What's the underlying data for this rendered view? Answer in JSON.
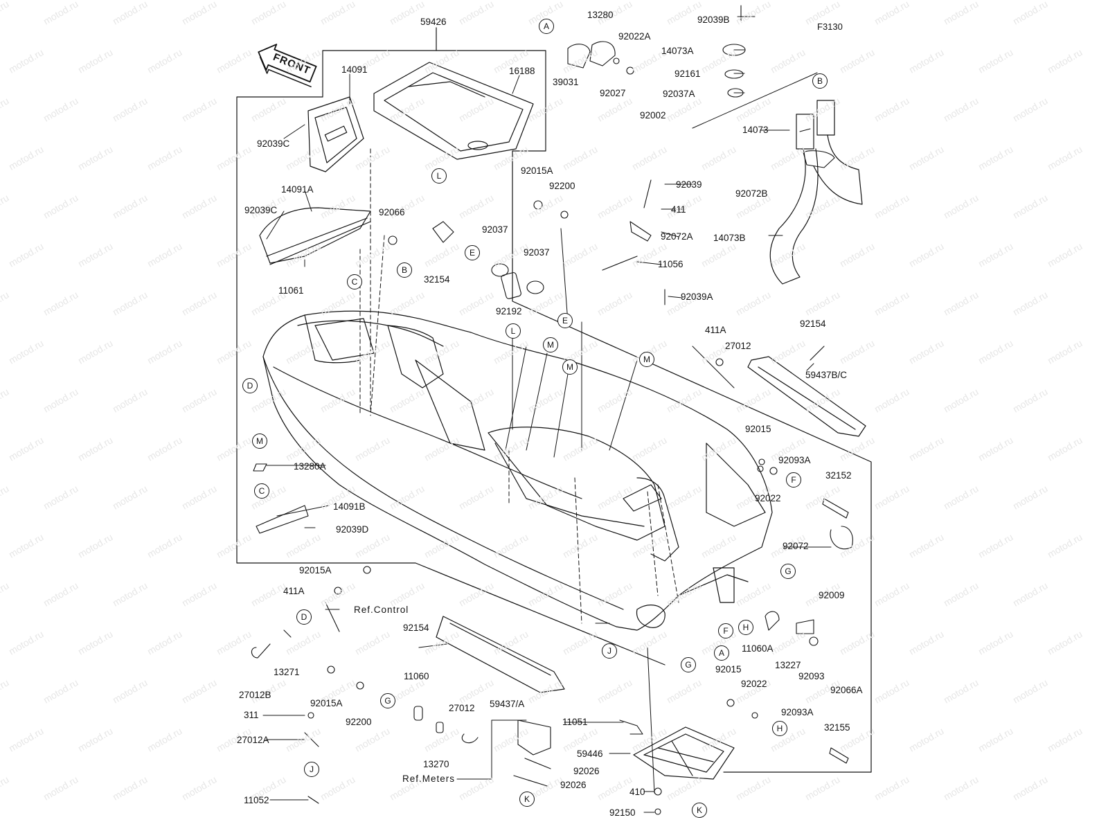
{
  "diagram_code": "F3130",
  "front_label": "FRONT",
  "watermark": "motod.ru",
  "labels": [
    {
      "id": "59426",
      "text": "59426"
    },
    {
      "id": "14091",
      "text": "14091"
    },
    {
      "id": "16188",
      "text": "16188"
    },
    {
      "id": "92039C_a",
      "text": "92039C"
    },
    {
      "id": "14091A",
      "text": "14091A"
    },
    {
      "id": "92039C_b",
      "text": "92039C"
    },
    {
      "id": "92066",
      "text": "92066"
    },
    {
      "id": "11061",
      "text": "11061"
    },
    {
      "id": "32154",
      "text": "32154"
    },
    {
      "id": "92037_a",
      "text": "92037"
    },
    {
      "id": "92037_b",
      "text": "92037"
    },
    {
      "id": "92192",
      "text": "92192"
    },
    {
      "id": "92015A_top",
      "text": "92015A"
    },
    {
      "id": "92200_top",
      "text": "92200"
    },
    {
      "id": "13280",
      "text": "13280"
    },
    {
      "id": "39031",
      "text": "39031"
    },
    {
      "id": "92022A",
      "text": "92022A"
    },
    {
      "id": "92027",
      "text": "92027"
    },
    {
      "id": "92002",
      "text": "92002"
    },
    {
      "id": "92039B",
      "text": "92039B"
    },
    {
      "id": "14073A",
      "text": "14073A"
    },
    {
      "id": "92161",
      "text": "92161"
    },
    {
      "id": "92037A",
      "text": "92037A"
    },
    {
      "id": "14073",
      "text": "14073"
    },
    {
      "id": "92072B",
      "text": "92072B"
    },
    {
      "id": "14073B",
      "text": "14073B"
    },
    {
      "id": "92039",
      "text": "92039"
    },
    {
      "id": "411",
      "text": "411"
    },
    {
      "id": "92072A",
      "text": "92072A"
    },
    {
      "id": "11056",
      "text": "11056"
    },
    {
      "id": "92039A",
      "text": "92039A"
    },
    {
      "id": "411A_r",
      "text": "411A"
    },
    {
      "id": "27012",
      "text": "27012"
    },
    {
      "id": "92154_r",
      "text": "92154"
    },
    {
      "id": "59437BC",
      "text": "59437B/C"
    },
    {
      "id": "92015_r",
      "text": "92015"
    },
    {
      "id": "92093A_r",
      "text": "92093A"
    },
    {
      "id": "32152",
      "text": "32152"
    },
    {
      "id": "92022_r",
      "text": "92022"
    },
    {
      "id": "92072",
      "text": "92072"
    },
    {
      "id": "13280A",
      "text": "13280A"
    },
    {
      "id": "14091B",
      "text": "14091B"
    },
    {
      "id": "92039D",
      "text": "92039D"
    },
    {
      "id": "92015A_l",
      "text": "92015A"
    },
    {
      "id": "411A_l",
      "text": "411A"
    },
    {
      "id": "RefControl",
      "text": "Ref.Control"
    },
    {
      "id": "13271",
      "text": "13271"
    },
    {
      "id": "27012B",
      "text": "27012B"
    },
    {
      "id": "92154_m",
      "text": "92154"
    },
    {
      "id": "11060",
      "text": "11060"
    },
    {
      "id": "59437A",
      "text": "59437/A"
    },
    {
      "id": "92015A_b",
      "text": "92015A"
    },
    {
      "id": "92200_b",
      "text": "92200"
    },
    {
      "id": "27012_b",
      "text": "27012"
    },
    {
      "id": "311",
      "text": "311"
    },
    {
      "id": "27012A",
      "text": "27012A"
    },
    {
      "id": "13270",
      "text": "13270"
    },
    {
      "id": "RefMeters",
      "text": "Ref.Meters"
    },
    {
      "id": "11052",
      "text": "11052"
    },
    {
      "id": "11051",
      "text": "11051"
    },
    {
      "id": "59446",
      "text": "59446"
    },
    {
      "id": "92026_a",
      "text": "92026"
    },
    {
      "id": "92026_b",
      "text": "92026"
    },
    {
      "id": "410",
      "text": "410"
    },
    {
      "id": "92150",
      "text": "92150"
    },
    {
      "id": "92009",
      "text": "92009"
    },
    {
      "id": "11060A",
      "text": "11060A"
    },
    {
      "id": "13227",
      "text": "13227"
    },
    {
      "id": "92093",
      "text": "92093"
    },
    {
      "id": "92066A",
      "text": "92066A"
    },
    {
      "id": "92015_b",
      "text": "92015"
    },
    {
      "id": "92022_b",
      "text": "92022"
    },
    {
      "id": "92093A_b",
      "text": "92093A"
    },
    {
      "id": "32155",
      "text": "32155"
    }
  ],
  "callouts": [
    {
      "id": "A1",
      "text": "A"
    },
    {
      "id": "B1",
      "text": "B"
    },
    {
      "id": "B2",
      "text": "B"
    },
    {
      "id": "C1",
      "text": "C"
    },
    {
      "id": "C2",
      "text": "C"
    },
    {
      "id": "D1",
      "text": "D"
    },
    {
      "id": "D2",
      "text": "D"
    },
    {
      "id": "E1",
      "text": "E"
    },
    {
      "id": "E2",
      "text": "E"
    },
    {
      "id": "L1",
      "text": "L"
    },
    {
      "id": "L2",
      "text": "L"
    },
    {
      "id": "M1",
      "text": "M"
    },
    {
      "id": "M2",
      "text": "M"
    },
    {
      "id": "M3",
      "text": "M"
    },
    {
      "id": "M4",
      "text": "M"
    },
    {
      "id": "F1",
      "text": "F"
    },
    {
      "id": "F2",
      "text": "F"
    },
    {
      "id": "G1",
      "text": "G"
    },
    {
      "id": "G2",
      "text": "G"
    },
    {
      "id": "G3",
      "text": "G"
    },
    {
      "id": "H1",
      "text": "H"
    },
    {
      "id": "H2",
      "text": "H"
    },
    {
      "id": "A2",
      "text": "A"
    },
    {
      "id": "J1",
      "text": "J"
    },
    {
      "id": "J2",
      "text": "J"
    },
    {
      "id": "K1",
      "text": "K"
    },
    {
      "id": "K2",
      "text": "K"
    }
  ]
}
